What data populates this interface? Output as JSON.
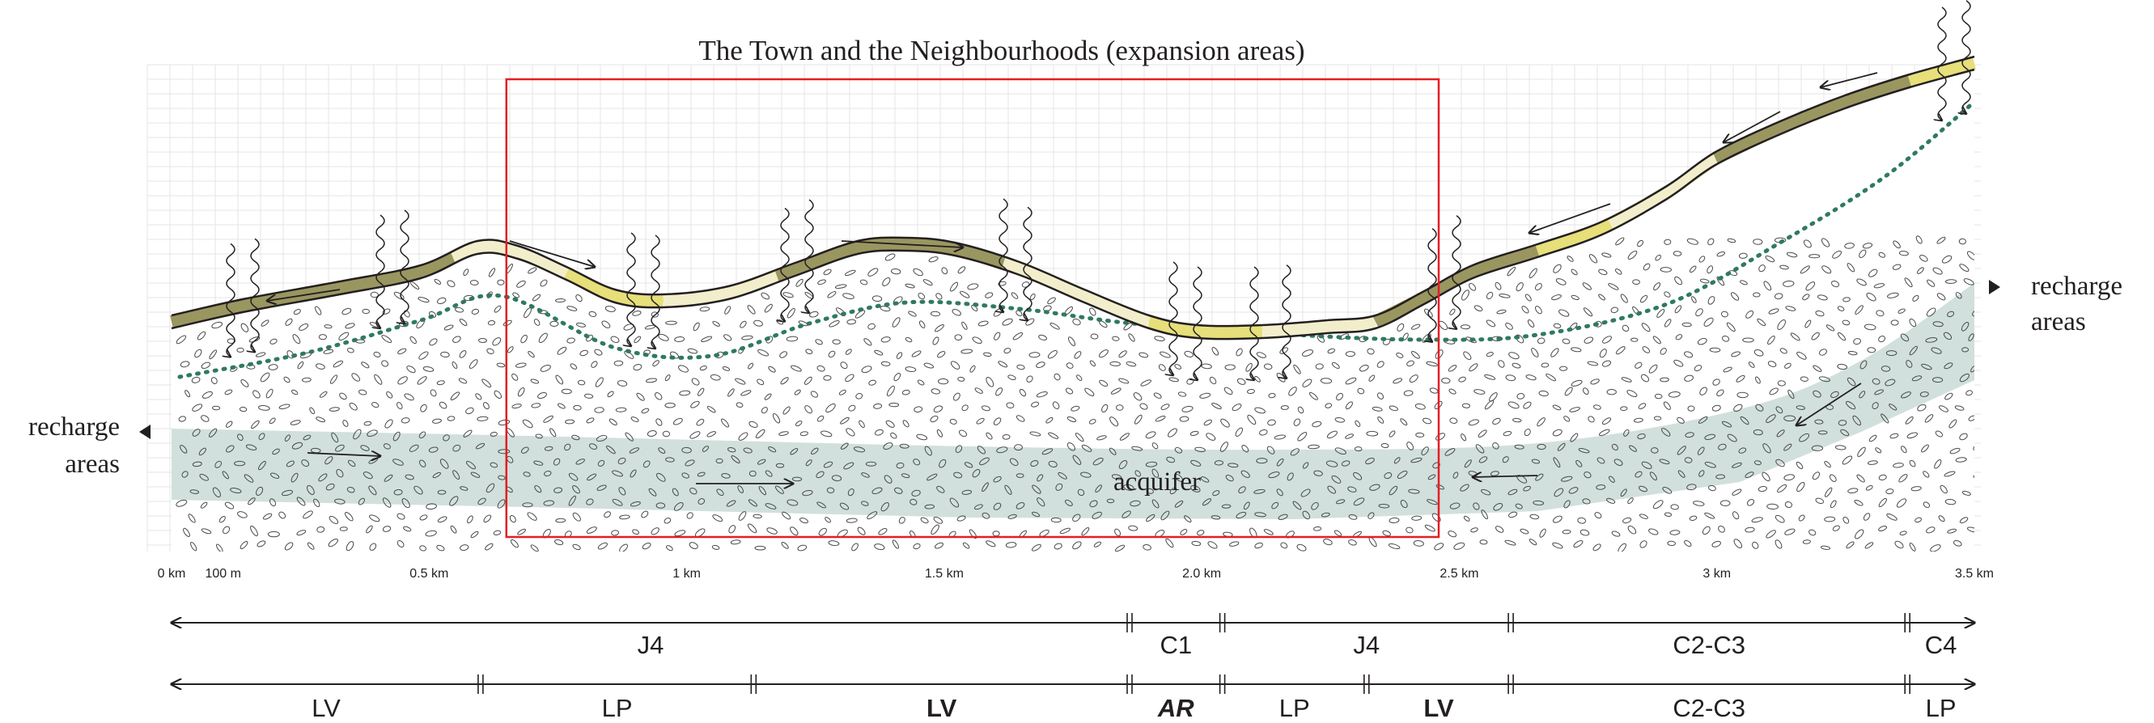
{
  "title": "The Town and the Neighbourhoods (expansion areas)",
  "labels": {
    "recharge_left_line1": "recharge",
    "recharge_left_line2": "areas",
    "recharge_right_line1": "recharge",
    "recharge_right_line2": "areas",
    "aquifer": "acquifer"
  },
  "scale": {
    "max_km": 3.5,
    "ticks": [
      {
        "km": 0,
        "label": "0 km"
      },
      {
        "km": 0.1,
        "label": "100 m"
      },
      {
        "km": 0.5,
        "label": "0.5 km"
      },
      {
        "km": 1.0,
        "label": "1 km"
      },
      {
        "km": 1.5,
        "label": "1.5 km"
      },
      {
        "km": 2.0,
        "label": "2.0 km"
      },
      {
        "km": 2.5,
        "label": "2.5 km"
      },
      {
        "km": 3.0,
        "label": "3 km"
      },
      {
        "km": 3.5,
        "label": "3.5 km"
      }
    ]
  },
  "focus_area_km": [
    0.65,
    2.46
  ],
  "zoning_row1": [
    {
      "label": "J4",
      "from_km": 0,
      "to_km": 1.86,
      "style": "normal"
    },
    {
      "label": "C1",
      "from_km": 1.86,
      "to_km": 2.04,
      "style": "normal"
    },
    {
      "label": "J4",
      "from_km": 2.04,
      "to_km": 2.6,
      "style": "normal"
    },
    {
      "label": "C2-C3",
      "from_km": 2.6,
      "to_km": 3.37,
      "style": "normal"
    },
    {
      "label": "C4",
      "from_km": 3.37,
      "to_km": 3.5,
      "style": "normal"
    }
  ],
  "zoning_row2": [
    {
      "label": "LV",
      "from_km": 0,
      "to_km": 0.6,
      "style": "normal"
    },
    {
      "label": "LP",
      "from_km": 0.6,
      "to_km": 1.13,
      "style": "normal"
    },
    {
      "label": "LV",
      "from_km": 1.13,
      "to_km": 1.86,
      "style": "bold"
    },
    {
      "label": "AR",
      "from_km": 1.86,
      "to_km": 2.04,
      "style": "bolditalic"
    },
    {
      "label": "LP",
      "from_km": 2.04,
      "to_km": 2.32,
      "style": "normal"
    },
    {
      "label": "LV",
      "from_km": 2.32,
      "to_km": 2.6,
      "style": "bold"
    },
    {
      "label": "C2-C3",
      "from_km": 2.6,
      "to_km": 3.37,
      "style": "normal"
    },
    {
      "label": "LP",
      "from_km": 3.37,
      "to_km": 3.5,
      "style": "normal"
    }
  ],
  "colors": {
    "ink": "#231f20",
    "focus_frame": "#e31e24",
    "aquifer": "#c9dad6",
    "water_table": "#2f7a5f",
    "grid": "#e4e4e4",
    "ground_dark": "#9a9660",
    "ground_light": "#f2eecb",
    "ground_yellow": "#e6df7a"
  },
  "icons": [
    "left-triangle-arrow-icon",
    "right-triangle-arrow-icon",
    "evaporation-squiggle-icon",
    "flow-arrow-icon"
  ]
}
